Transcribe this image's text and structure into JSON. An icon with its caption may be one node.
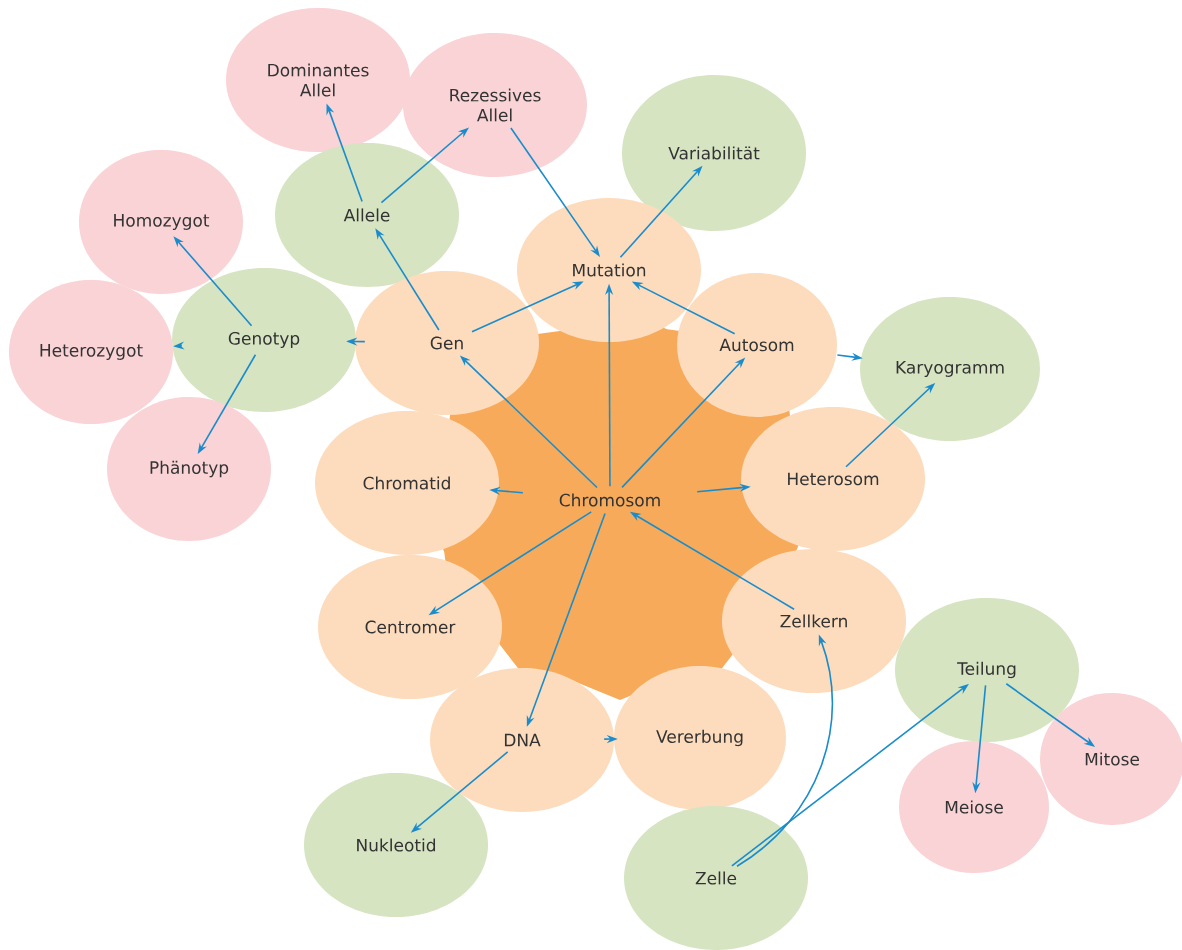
{
  "diagram": {
    "nodes": [
      {
        "text": [
          "Chromosom"
        ]
      },
      {
        "text": [
          "Dominantes Allel"
        ]
      },
      {
        "text": [
          "Rezessives Allel"
        ]
      },
      {
        "text": [
          "Variabilität"
        ]
      },
      {
        "text": [
          "Homozygot"
        ]
      },
      {
        "text": [
          "Allele"
        ]
      },
      {
        "text": [
          "Mutation"
        ]
      },
      {
        "text": [
          "Genotyp"
        ]
      },
      {
        "text": [
          "Heterozygot"
        ]
      },
      {
        "text": [
          "Gen"
        ]
      },
      {
        "text": [
          "Autosom"
        ]
      },
      {
        "text": [
          "Karyogramm"
        ]
      },
      {
        "text": [
          "Phänotyp"
        ]
      },
      {
        "text": [
          "Chromatid"
        ]
      },
      {
        "text": [
          "Heterosom"
        ]
      },
      {
        "text": [
          "Centromer"
        ]
      },
      {
        "text": [
          "Zellkern"
        ]
      },
      {
        "text": [
          "Teilung"
        ]
      },
      {
        "text": [
          "DNA"
        ]
      },
      {
        "text": [
          "Vererbung"
        ]
      },
      {
        "text": [
          "Mitose"
        ]
      },
      {
        "text": [
          "Meiose"
        ]
      },
      {
        "text": [
          "Nukleotid"
        ]
      },
      {
        "text": [
          "Zelle"
        ]
      }
    ],
    "edges": [
      {
        "from": 5,
        "to": 1,
        "arrow": "to"
      },
      {
        "from": 5,
        "to": 2,
        "arrow": "to"
      },
      {
        "from": 2,
        "to": 6,
        "arrow": "to"
      },
      {
        "from": 6,
        "to": 3,
        "arrow": "to"
      },
      {
        "from": 7,
        "to": 4,
        "arrow": "to"
      },
      {
        "from": 7,
        "to": 8,
        "arrow": "to"
      },
      {
        "from": 7,
        "to": 12,
        "arrow": "to"
      },
      {
        "from": 9,
        "to": 7,
        "arrow": "to"
      },
      {
        "from": 9,
        "to": 5,
        "arrow": "to"
      },
      {
        "from": 9,
        "to": 6,
        "arrow": "to"
      },
      {
        "from": 10,
        "to": 6,
        "arrow": "to"
      },
      {
        "from": 10,
        "to": 11,
        "arrow": "to"
      },
      {
        "from": 14,
        "to": 11,
        "arrow": "to"
      },
      {
        "from": 0,
        "to": 9,
        "arrow": "to"
      },
      {
        "from": 0,
        "to": 6,
        "arrow": "to"
      },
      {
        "from": 0,
        "to": 10,
        "arrow": "to"
      },
      {
        "from": 0,
        "to": 13,
        "arrow": "to"
      },
      {
        "from": 0,
        "to": 14,
        "arrow": "to"
      },
      {
        "from": 0,
        "to": 15,
        "arrow": "to"
      },
      {
        "from": 0,
        "to": 18,
        "arrow": "to"
      },
      {
        "from": 16,
        "to": 0,
        "arrow": "to"
      },
      {
        "from": 18,
        "to": 19,
        "arrow": "to"
      },
      {
        "from": 18,
        "to": 22,
        "arrow": "to"
      },
      {
        "from": 23,
        "to": 16,
        "arrow": "to"
      },
      {
        "from": 23,
        "to": 17,
        "arrow": "to"
      },
      {
        "from": 17,
        "to": 21,
        "arrow": "to"
      },
      {
        "from": 17,
        "to": 20,
        "arrow": "to"
      }
    ]
  }
}
